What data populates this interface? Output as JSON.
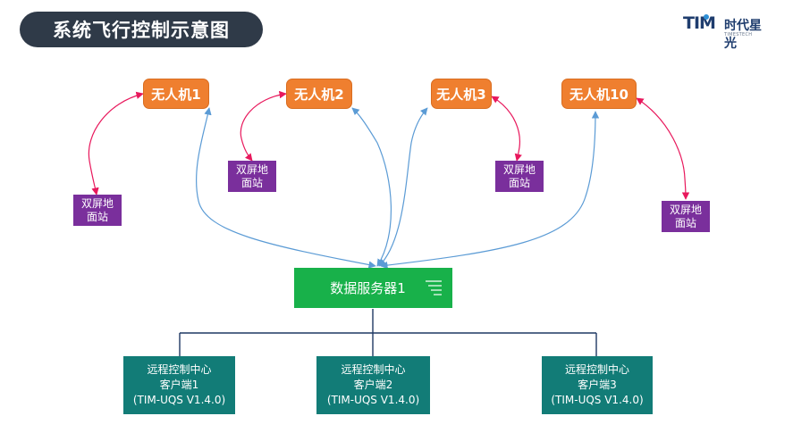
{
  "title": "系统飞行控制示意图",
  "logo": {
    "mark": "TIM",
    "name": "时代星光",
    "subtitle": "TIMESTECH"
  },
  "drones": [
    {
      "label": "无人机1"
    },
    {
      "label": "无人机2"
    },
    {
      "label": "无人机3"
    },
    {
      "label": "无人机10"
    }
  ],
  "ground_stations": [
    {
      "line1": "双屏地",
      "line2": "面站"
    },
    {
      "line1": "双屏地",
      "line2": "面站"
    },
    {
      "line1": "双屏地",
      "line2": "面站"
    },
    {
      "line1": "双屏地",
      "line2": "面站"
    }
  ],
  "server": {
    "label": "数据服务器1"
  },
  "clients": [
    {
      "line1": "远程控制中心",
      "line2": "客户端1",
      "line3": "(TIM-UQS V1.4.0)"
    },
    {
      "line1": "远程控制中心",
      "line2": "客户端2",
      "line3": "(TIM-UQS V1.4.0)"
    },
    {
      "line1": "远程控制中心",
      "line2": "客户端3",
      "line3": "(TIM-UQS V1.4.0)"
    }
  ],
  "colors": {
    "drone": "#ef7f2f",
    "ground_station": "#7a2f9c",
    "server": "#18b14a",
    "client": "#127c77",
    "link_drone_server": "#5b9bd5",
    "link_drone_station": "#e8185c",
    "link_server_client": "#1f3864"
  }
}
